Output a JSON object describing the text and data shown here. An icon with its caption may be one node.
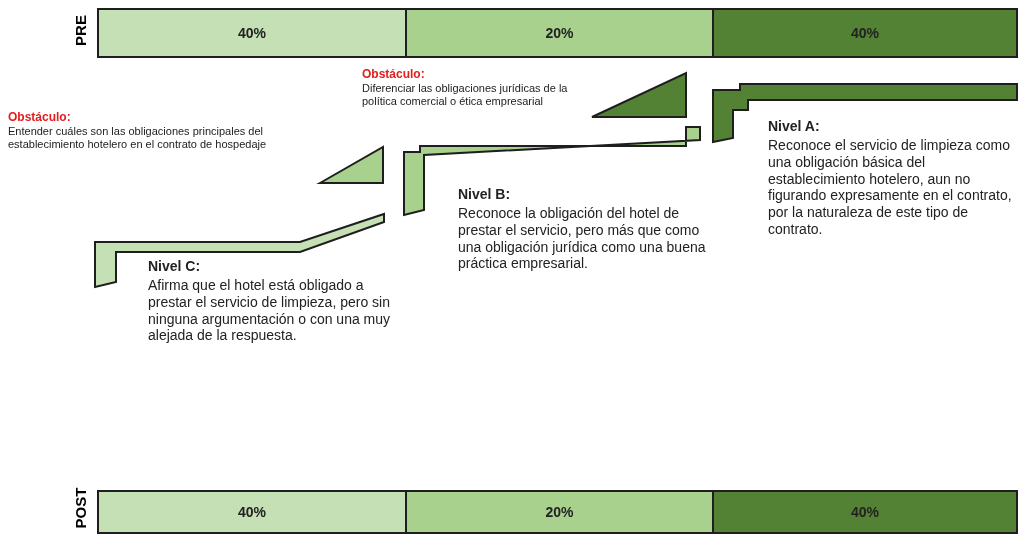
{
  "diagram": {
    "nodes": [
      {
        "text": [
          "40%"
        ]
      },
      {
        "text": [
          "20%"
        ]
      },
      {
        "text": [
          "40%"
        ]
      },
      {
        "text": [
          "40%"
        ]
      },
      {
        "text": [
          "20%"
        ]
      },
      {
        "text": [
          "40%"
        ]
      }
    ],
    "edges": [],
    "labels": [
      "PRE",
      "Obstáculo:",
      "Diferenciar las obligaciones jurídicas de la política comercial o ética empresarial",
      "Obstáculo:",
      "Entender cuáles son las obligaciones principales del establecimiento hotelero en el contrato de hospedaje",
      "Nivel A:",
      "Reconoce el servicio de limpieza como una obligación básica del establecimiento hotelero, aun no figurando expresamente en el contrato, por la naturaleza de este tipo de contrato.",
      "Nivel B:",
      "Reconoce la obligación del hotel de prestar el servicio, pero más que como una obligación jurídica como una buena práctica empresarial.",
      "Nivel C:",
      "Afirma que el hotel está obligado a prestar el servicio de limpieza, pero sin ninguna argumentación o con una muy alejada de la respuesta.",
      "POST"
    ]
  }
}
